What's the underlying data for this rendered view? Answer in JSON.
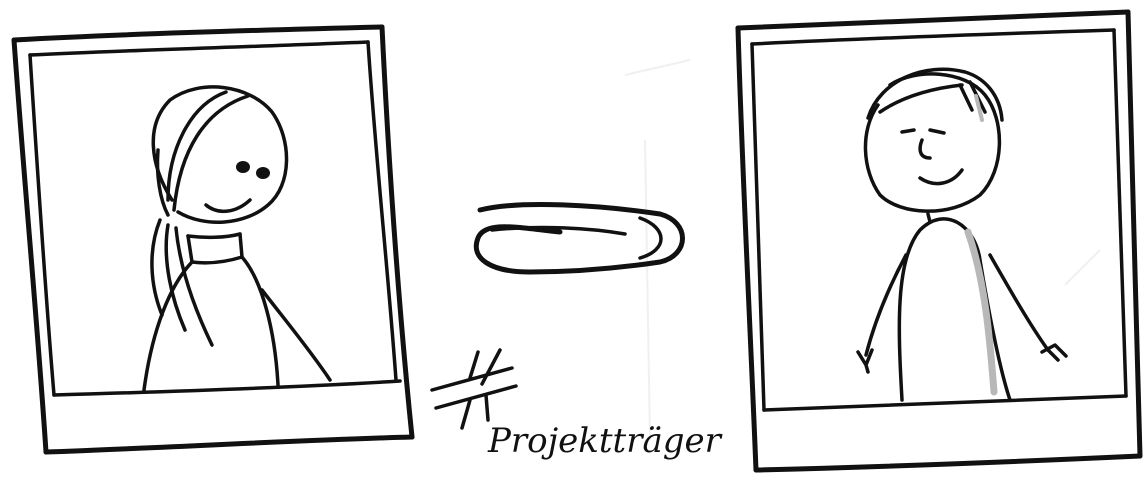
{
  "caption": {
    "text": "Projektträger"
  },
  "colors": {
    "ink": "#111111",
    "paper": "#ffffff",
    "highlight": "#b8b8b8"
  },
  "icons": {
    "left_frame": "woman-portrait-frame",
    "right_frame": "man-portrait-frame",
    "connector": "paperclip-icon",
    "logo": "hash-grid-logo"
  }
}
